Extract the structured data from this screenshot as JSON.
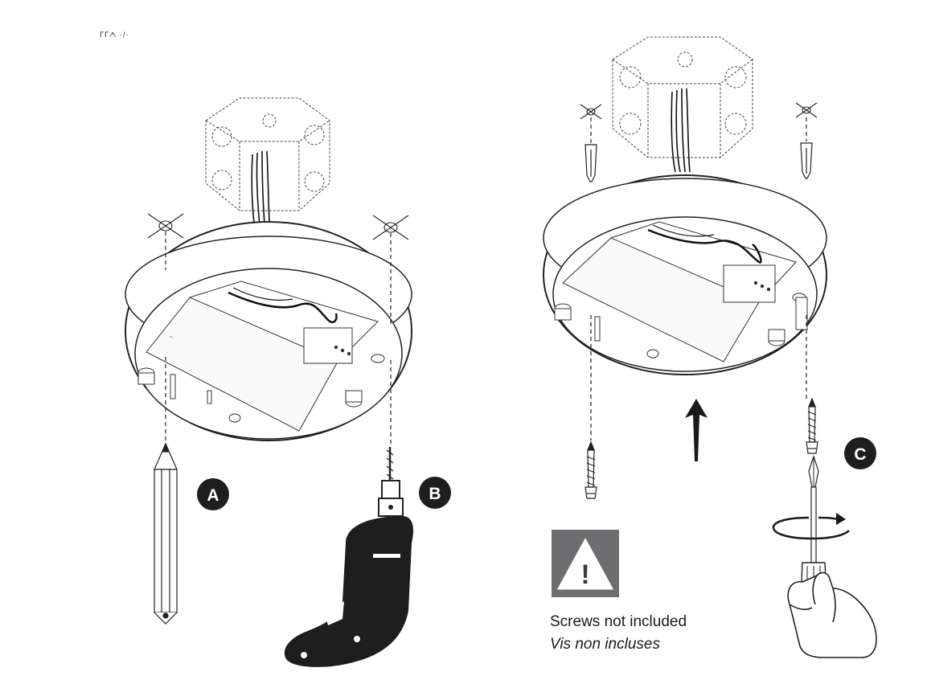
{
  "header_fragment": "ᒥᒥᗅ ·/·",
  "steps": [
    {
      "id": "A",
      "label": "A",
      "tool": "pencil-icon"
    },
    {
      "id": "B",
      "label": "B",
      "tool": "drill-icon"
    },
    {
      "id": "C",
      "label": "C",
      "tool": "screwdriver-icon"
    }
  ],
  "warning": {
    "symbol": "!",
    "text_en": "Screws not included",
    "text_fr": "Vis non incluses"
  },
  "colors": {
    "ink": "#1a1a1a",
    "warning_bg": "#6e6e70",
    "badge": "#1e1e1e",
    "dashed": "#6a6a6a"
  }
}
